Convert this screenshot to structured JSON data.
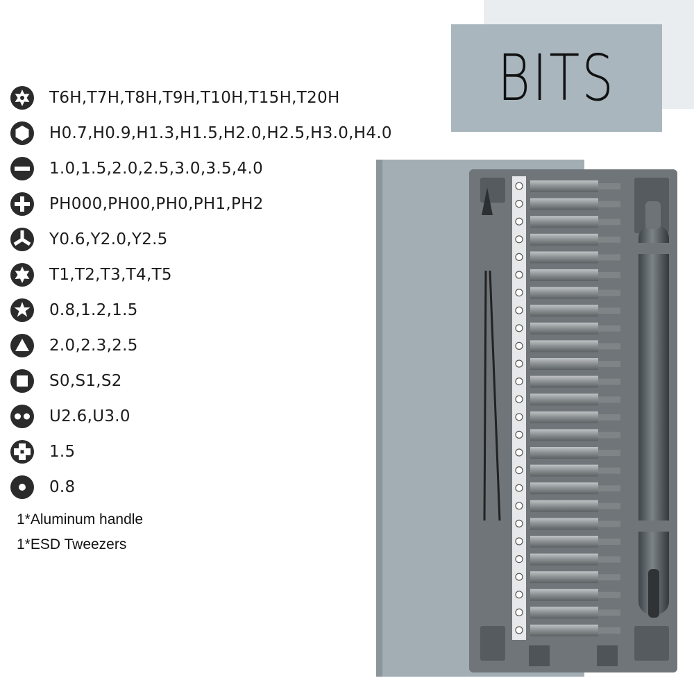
{
  "title": "BITS",
  "bit_groups": [
    {
      "icon": "torx-security-icon",
      "label": "T6H,T7H,T8H,T9H,T10H,T15H,T20H"
    },
    {
      "icon": "hex-icon",
      "label": "H0.7,H0.9,H1.3,H1.5,H2.0,H2.5,H3.0,H4.0"
    },
    {
      "icon": "slotted-icon",
      "label": "1.0,1.5,2.0,2.5,3.0,3.5,4.0"
    },
    {
      "icon": "phillips-icon",
      "label": "PH000,PH00,PH0,PH1,PH2"
    },
    {
      "icon": "tri-wing-icon",
      "label": "Y0.6,Y2.0,Y2.5"
    },
    {
      "icon": "torx-icon",
      "label": "T1,T2,T3,T4,T5"
    },
    {
      "icon": "pentalobe-icon",
      "label": "0.8,1.2,1.5"
    },
    {
      "icon": "triangle-icon",
      "label": "2.0,2.3,2.5"
    },
    {
      "icon": "square-icon",
      "label": "S0,S1,S2"
    },
    {
      "icon": "u-type-icon",
      "label": "U2.6,U3.0"
    },
    {
      "icon": "cross-icon",
      "label": "1.5"
    },
    {
      "icon": "center-point-icon",
      "label": "0.8"
    }
  ],
  "extras": [
    "1*Aluminum handle",
    "1*ESD Tweezers"
  ],
  "colors": {
    "title_bg": "#a9b6bd",
    "corner_bg": "#e9edf0",
    "icon": "#2b2b2b",
    "case": "#6f7579"
  }
}
